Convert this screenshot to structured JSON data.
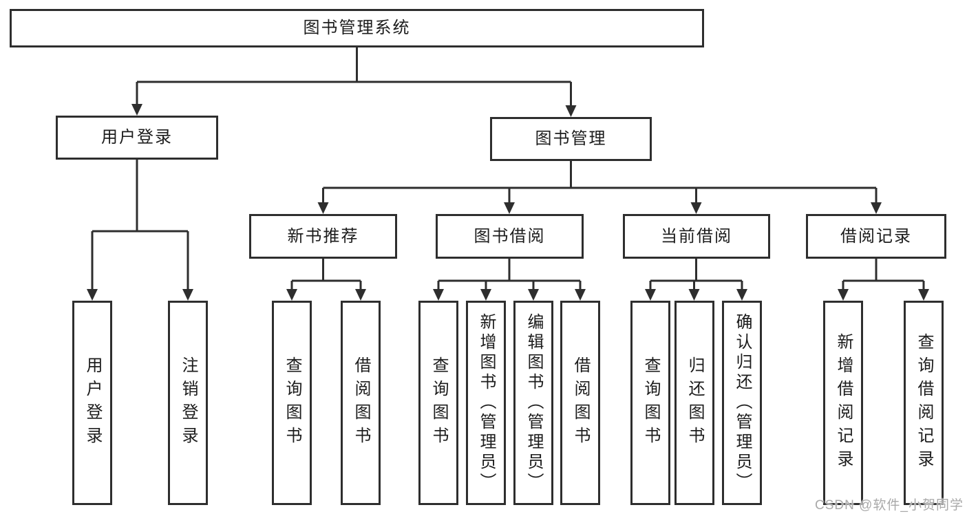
{
  "tree": {
    "label": "图书管理系统",
    "children": [
      {
        "label": "用户登录",
        "children": [
          {
            "label": "用户登录"
          },
          {
            "label": "注销登录"
          }
        ]
      },
      {
        "label": "图书管理",
        "children": [
          {
            "label": "新书推荐",
            "children": [
              {
                "label": "查询图书"
              },
              {
                "label": "借阅图书"
              }
            ]
          },
          {
            "label": "图书借阅",
            "children": [
              {
                "label": "查询图书"
              },
              {
                "label": "新增图书（管理员）"
              },
              {
                "label": "编辑图书（管理员）"
              },
              {
                "label": "借阅图书"
              }
            ]
          },
          {
            "label": "当前借阅",
            "children": [
              {
                "label": "查询图书"
              },
              {
                "label": "归还图书"
              },
              {
                "label": "确认归还（管理员）"
              }
            ]
          },
          {
            "label": "借阅记录",
            "children": [
              {
                "label": "新增借阅记录"
              },
              {
                "label": "查询借阅记录"
              }
            ]
          }
        ]
      }
    ]
  },
  "watermark": {
    "text": "CSDN @软件_小贺同学"
  },
  "colors": {
    "line": "#2e2e2e",
    "box_background": "#ffffff",
    "text": "#1c1c1c",
    "watermark": "#a9a9a9"
  }
}
